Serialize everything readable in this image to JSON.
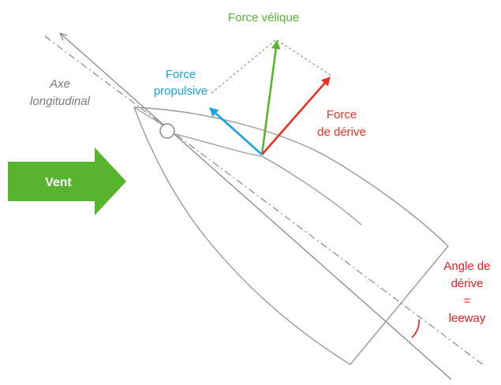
{
  "labels": {
    "force_velique": "Force vélique",
    "force_propulsive_line1": "Force",
    "force_propulsive_line2": "propulsive",
    "force_derive_line1": "Force",
    "force_derive_line2": "de dérive",
    "axe_line1": "Axe",
    "axe_line2": "longitudinal",
    "vent": "Vent",
    "angle_line1": "Angle de",
    "angle_line2": "dérive",
    "angle_line3": "=",
    "angle_line4": "leeway"
  },
  "colors": {
    "velique": "#5ab52e",
    "propulsive": "#1aa3de",
    "derive": "#ee3124",
    "axis": "#8a8a8a",
    "hull": "#9a9a9a",
    "parallelogram": "#8a8a8a",
    "wind_arrow": "#58b42e",
    "wind_text": "#ffffff",
    "axe_text": "#7a7a7a",
    "angle_text": "#ee1d23"
  }
}
